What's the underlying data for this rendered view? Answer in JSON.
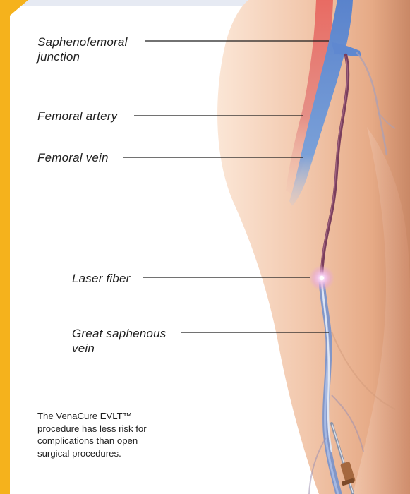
{
  "labels": {
    "saphenofemoral_junction_line1": "Saphenofemoral",
    "saphenofemoral_junction_line2": "junction",
    "femoral_artery": "Femoral artery",
    "femoral_vein": "Femoral vein",
    "laser_fiber": "Laser fiber",
    "great_saphenous_vein_line1": "Great saphenous",
    "great_saphenous_vein_line2": "vein"
  },
  "caption": {
    "line1": "The VenaCure EVLT™",
    "line2": "procedure has less risk for",
    "line3": "complications than open",
    "line4": "surgical procedures."
  },
  "colors": {
    "background": "#ffffff",
    "frame_accent": "#f5b21c",
    "top_bar": "#e6eaf3",
    "skin_light": "#f7dcc8",
    "skin_mid": "#ecb796",
    "skin_shadow": "#cf8d6a",
    "artery_red": "#e06a62",
    "vein_blue": "#5f88d0",
    "small_vein": "#7a3e5c",
    "laser_glow": "#e6a9d8",
    "label_text": "#1e1e1e",
    "leader_line": "#1e1e1e"
  }
}
